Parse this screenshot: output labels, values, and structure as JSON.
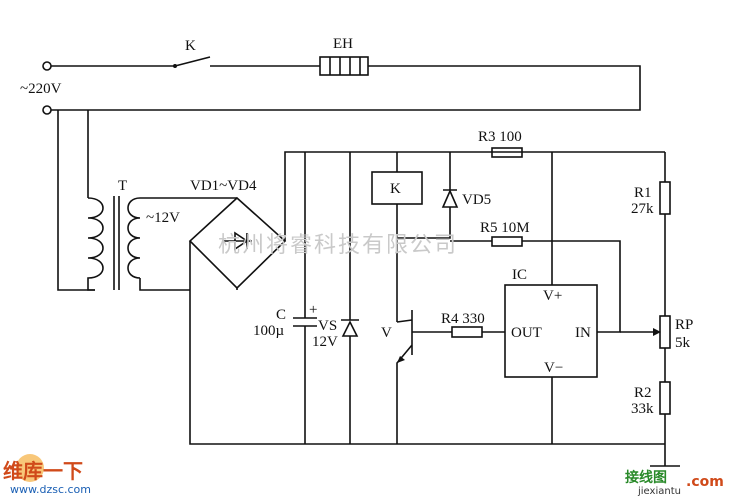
{
  "labels": {
    "switch_k": "K",
    "heater": "EH",
    "mains": "~220V",
    "transformer": "T",
    "secondary": "~12V",
    "bridge": "VD1~VD4",
    "relay": "K",
    "diode5": "VD5",
    "r3": "R3 100",
    "r5": "R5 10M",
    "r1": "R1",
    "r1_val": "27k",
    "ic": "IC",
    "v_plus": "V+",
    "v_minus": "V−",
    "out": "OUT",
    "in": "IN",
    "r4": "R4 330",
    "transistor": "V",
    "cap": "C",
    "cap_val": "100µ",
    "cap_plus": "+",
    "zener": "VS",
    "zener_val": "12V",
    "rp": "RP",
    "rp_val": "5k",
    "r2": "R2",
    "r2_val": "33k"
  },
  "watermark": "杭州将睿科技有限公司",
  "logos": {
    "left_top": "维库一下",
    "left_url": "www.dzsc.com",
    "right_cn": "接线图",
    "right_com": ".com",
    "right_url": "jiexiantu"
  }
}
